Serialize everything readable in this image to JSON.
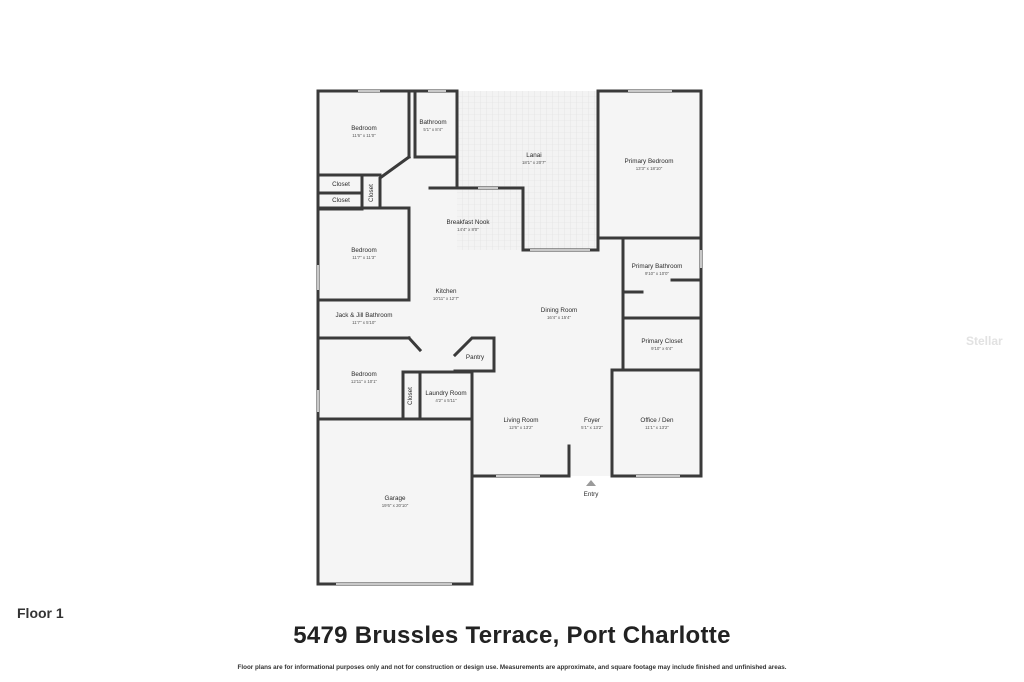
{
  "rooms": {
    "bedroom1": {
      "name": "Bedroom",
      "dim": "11'6\" x 11'0\""
    },
    "bathroom": {
      "name": "Bathroom",
      "dim": "5'1\" x 8'4\""
    },
    "lanai": {
      "name": "Lanai",
      "dim": "18'1\" x 20'7\""
    },
    "primary_bedroom": {
      "name": "Primary Bedroom",
      "dim": "13'3\" x 18'10\""
    },
    "closet1": {
      "name": "Closet"
    },
    "closet2": {
      "name": "Closet"
    },
    "closet3": {
      "name": "Closet"
    },
    "breakfast_nook": {
      "name": "Breakfast Nook",
      "dim": "14'4\" x 8'0\""
    },
    "bedroom2": {
      "name": "Bedroom",
      "dim": "11'7\" x 11'3\""
    },
    "primary_bathroom": {
      "name": "Primary Bathroom",
      "dim": "9'10\" x 10'0\""
    },
    "kitchen": {
      "name": "Kitchen",
      "dim": "10'11\" x 12'7\""
    },
    "dining_room": {
      "name": "Dining Room",
      "dim": "16'4\" x 15'4\""
    },
    "jack_jill": {
      "name": "Jack & Jill Bathroom",
      "dim": "11'7\" x 5'10\""
    },
    "primary_closet": {
      "name": "Primary Closet",
      "dim": "9'10\" x 6'4\""
    },
    "pantry": {
      "name": "Pantry"
    },
    "bedroom3": {
      "name": "Bedroom",
      "dim": "12'11\" x 10'1\""
    },
    "closet4": {
      "name": "Closet"
    },
    "laundry": {
      "name": "Laundry Room",
      "dim": "4'2\" x 5'11\""
    },
    "living_room": {
      "name": "Living Room",
      "dim": "12'6\" x 13'2\""
    },
    "foyer": {
      "name": "Foyer",
      "dim": "5'1\" x 13'2\""
    },
    "office": {
      "name": "Office / Den",
      "dim": "11'1\" x 13'2\""
    },
    "garage": {
      "name": "Garage",
      "dim": "19'6\" x 20'10\""
    }
  },
  "entry_label": "Entry",
  "floor_label": "Floor 1",
  "address": "5479 Brussles Terrace, Port Charlotte",
  "disclaimer": "Floor plans are for informational purposes only and not for construction or design use. Measurements are approximate, and square footage may include finished and unfinished areas.",
  "watermark": "Stellar"
}
